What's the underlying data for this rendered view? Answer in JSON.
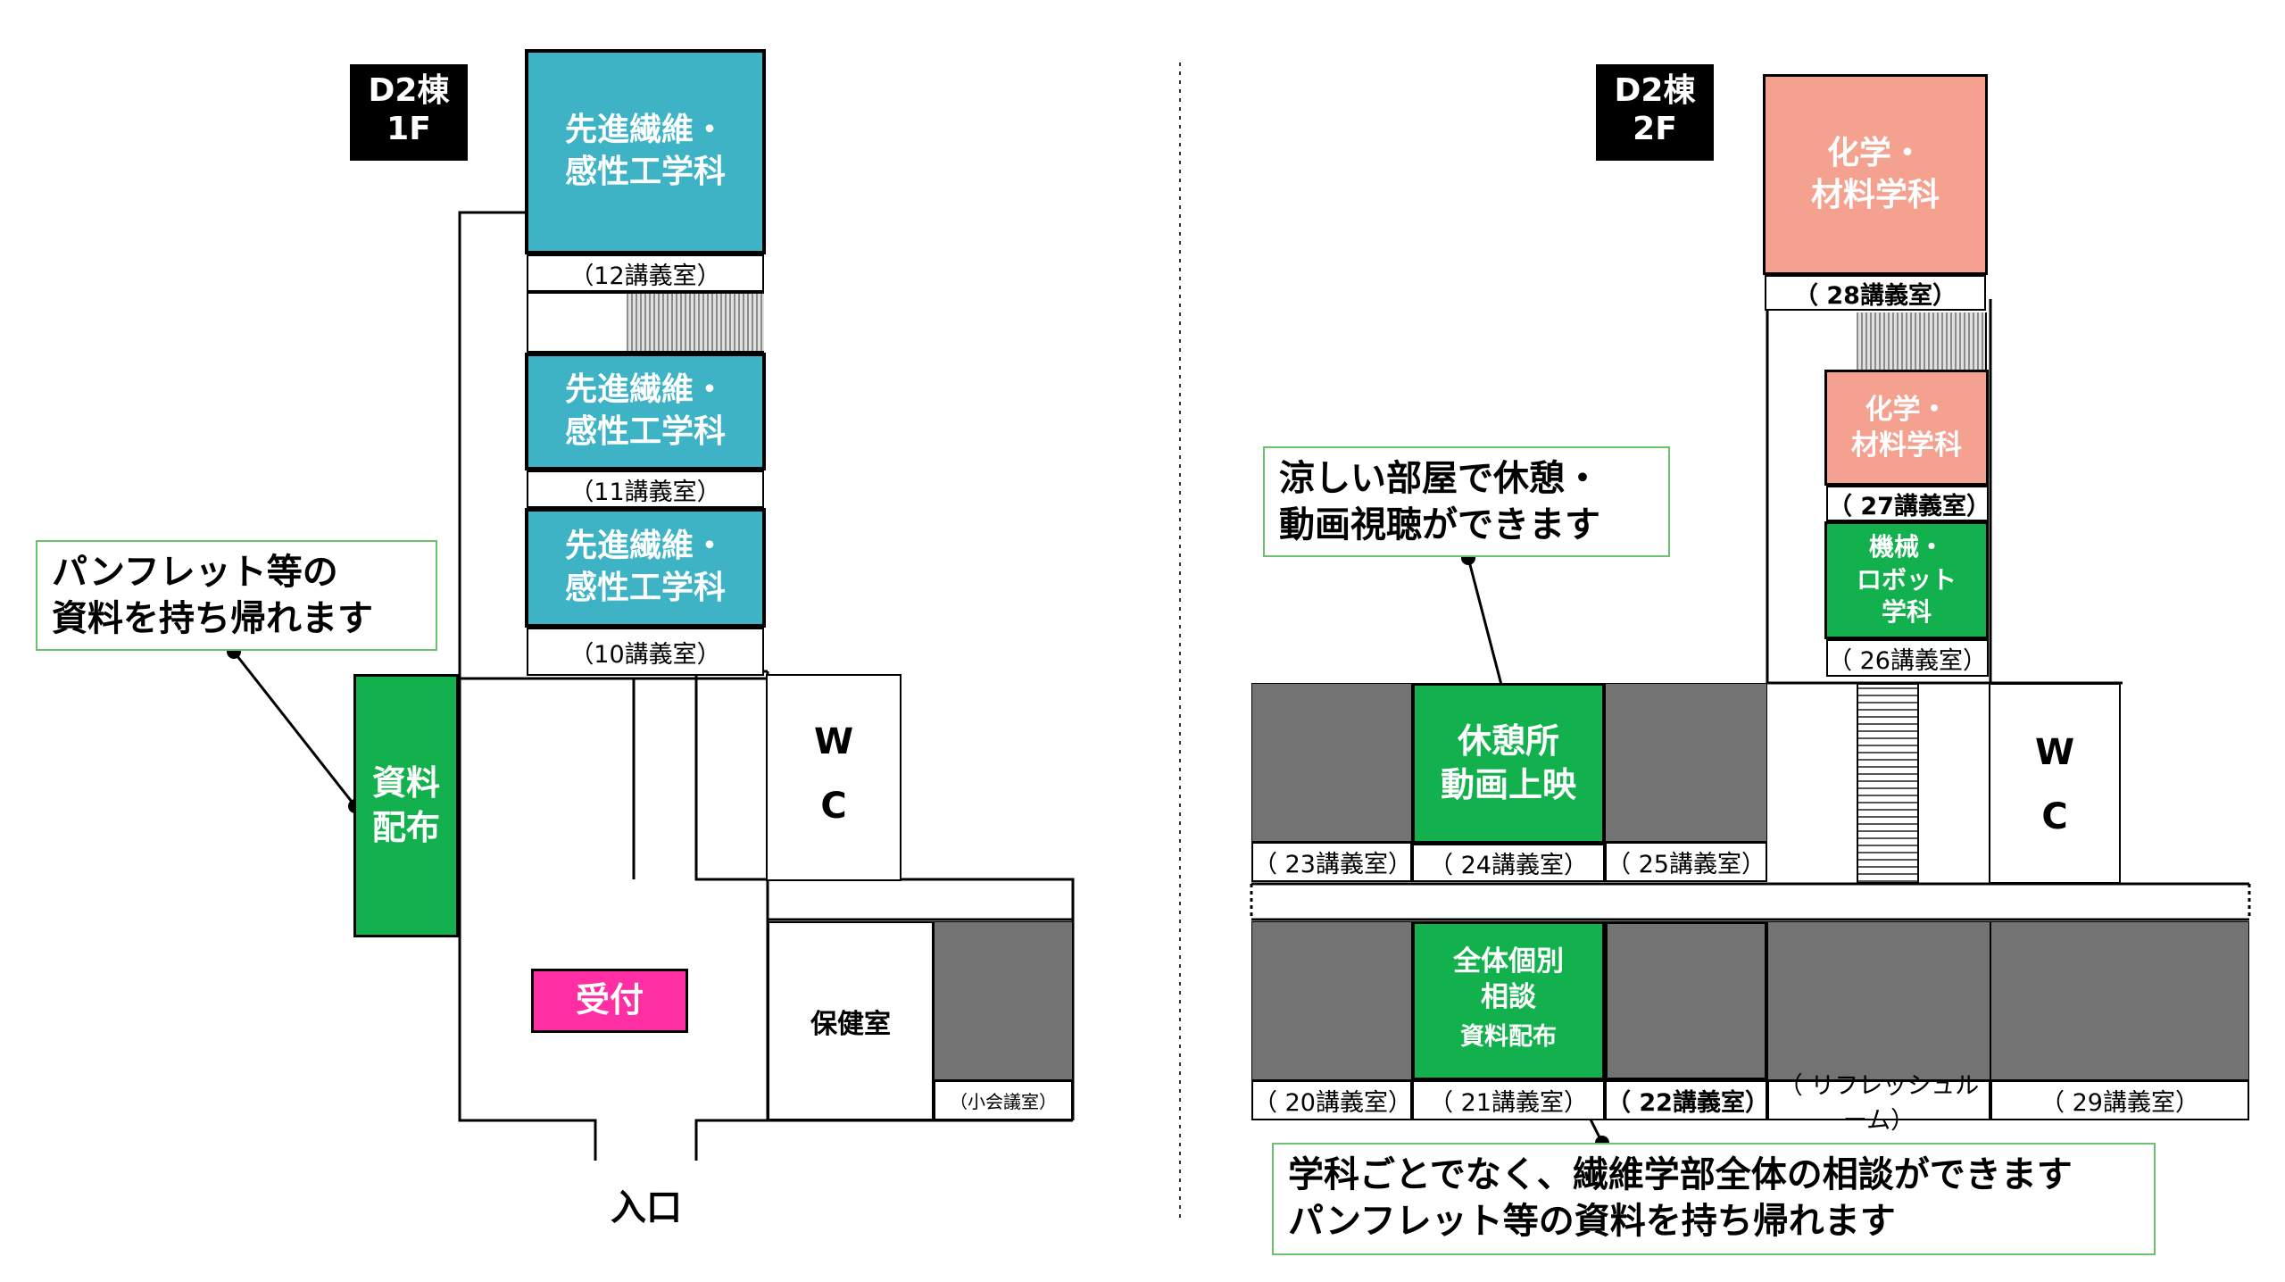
{
  "floor1": {
    "tag_line1": "D2棟",
    "tag_line2": "1F",
    "rooms": [
      {
        "line1": "先進繊維・",
        "line2": "感性工学科",
        "room": "（12講義室）"
      },
      {
        "line1": "先進繊維・",
        "line2": "感性工学科",
        "room": "（11講義室）"
      },
      {
        "line1": "先進繊維・",
        "line2": "感性工学科",
        "room": "（10講義室）"
      }
    ],
    "wc_w": "W",
    "wc_c": "C",
    "materials_line1": "資料",
    "materials_line2": "配布",
    "reception": "受付",
    "health_room": "保健室",
    "small_meeting": "（小会議室）",
    "entrance": "入口",
    "callout_line1": "パンフレット等の",
    "callout_line2": "資料を持ち帰れます"
  },
  "floor2": {
    "tag_line1": "D2棟",
    "tag_line2": "2F",
    "chem_big_line1": "化学・",
    "chem_big_line2": "材料学科",
    "room28": "（ 28講義室）",
    "chem_small_line1": "化学・",
    "chem_small_line2": "材料学科",
    "room27": "（ 27講義室）",
    "mech_line1": "機械・",
    "mech_line2": "ロボット",
    "mech_line3": "学科",
    "room26": "（ 26講義室）",
    "wc_w": "W",
    "wc_c": "C",
    "rest_line1": "休憩所",
    "rest_line2": "動画上映",
    "room23": "（ 23講義室）",
    "room24": "（ 24講義室）",
    "room25": "（ 25講義室）",
    "consult_line1": "全体個別",
    "consult_line2": "相談",
    "consult_line3": "資料配布",
    "room20": "（ 20講義室）",
    "room21": "（ 21講義室）",
    "room22": "（ 22講義室）",
    "refresh": "（ リフレッシュルーム）",
    "room29": "（ 29講義室）",
    "callout_top_line1": "涼しい部屋で休憩・",
    "callout_top_line2": "動画視聴ができます",
    "callout_bottom_line1": "学科ごとでなく、繊維学部全体の相談ができます",
    "callout_bottom_line2": "パンフレット等の資料を持ち帰れます"
  },
  "colors": {
    "teal": "#3eb3c6",
    "salmon": "#f4a190",
    "green": "#13b14d",
    "pink": "#ff2fa3",
    "gray": "#737373",
    "callout_border": "#6cc16e"
  }
}
